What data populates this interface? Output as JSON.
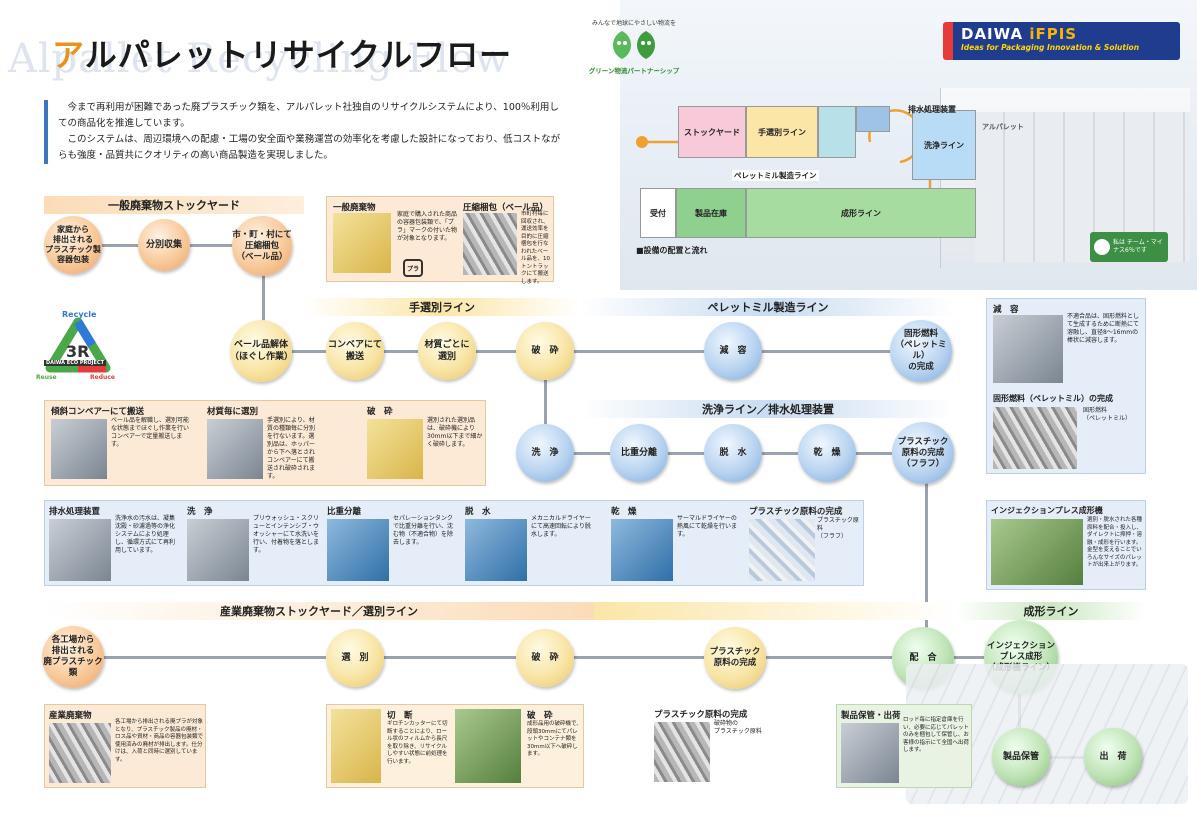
{
  "header": {
    "title_first": "ア",
    "title_rest": "ルパレットリサイクルフロー",
    "bg_english": "Alpallet Recycling Flow",
    "intro_p1": "今まで再利用が困難であった廃プラスチック類を、アルパレット社独自のリサイクルシステムにより、100％利用しての商品化を推進しています。",
    "intro_p2": "このシステムは、周辺環境への配慮・工場の安全面や業務運営の効率化を考慮した設計になっており、低コストながらも強度・品質共にクオリティの高い商品製造を実現しました。"
  },
  "logos": {
    "green_top": "みんなで地球にやさしい物流を",
    "green_bottom": "グリーン物流パートナーシップ",
    "daiwa_1a": "DAIWA ",
    "daiwa_1b": "iFPIS",
    "daiwa_2": "Ideas for Packaging Innovation & Solution",
    "recycle_top": "Recycle",
    "recycle_3r": "3R",
    "recycle_sub": "DAIWA ECO PROJECT",
    "recycle_left": "Reuse",
    "recycle_right": "Reduce",
    "team_minus": "私は チーム・マイナス6％です",
    "building_sign": "アルパレット",
    "pura_mark": "プラ"
  },
  "layout": {
    "stock": "ストックヤード",
    "hand": "手選別ライン",
    "drain": "排水処理装置",
    "wash": "洗浄ライン",
    "pellet": "ペレットミル製造ライン",
    "receive": "受付",
    "product": "製品在庫",
    "molding": "成形ライン",
    "caption": "■設備の配置と流れ"
  },
  "sections": {
    "general": "一般廃棄物ストックヤード",
    "hand": "手選別ライン",
    "pellet": "ペレットミル製造ライン",
    "wash": "洗浄ライン／排水処理装置",
    "industrial": "産業廃棄物ストックヤード／選別ライン",
    "molding": "成形ライン"
  },
  "circles": {
    "household": "家庭から\n排出される\nプラスチック製\n容器包装",
    "sort": "分別収集",
    "city": "市・町・村にて\n圧縮梱包\n（ベール品）",
    "bale": "ベール品解体\n（ほぐし作業）",
    "conveyor": "コンベアにて\n搬送",
    "material": "材質ごとに\n選別",
    "crush": "破　砕",
    "reduce": "減　容",
    "solid_fuel": "固形燃料\n（ペレットミル）\nの完成",
    "wash": "洗　浄",
    "gravity": "比重分離",
    "dewater": "脱　水",
    "dry": "乾　燥",
    "plastic_raw": "プラスチック\n原料の完成\n（フラフ）",
    "factory": "各工場から\n排出される\n廃プラスチック類",
    "select": "選　別",
    "crush2": "破　砕",
    "plastic_raw2": "プラスチック\n原料の完成",
    "blend": "配　合",
    "injection": "インジェクション\nプレス成形\n（成形機ライン）",
    "storage": "製品保管",
    "ship": "出　荷"
  },
  "panels": {
    "general_title": "一般廃棄物",
    "general_text": "家庭で購入された商品の容器包装類で、「プラ」マークの付いた物が対象となります。",
    "bale_title": "圧縮梱包（ベール品）",
    "bale_text": "市町村毎に回収され、運送効率を目的に圧縮梱包を行なわれたベール品を、10トントラックにて搬送します。",
    "incline_title": "傾斜コンベアーにて搬送",
    "incline_text": "ベール品を解職し、選別可能な状態までほぐし作業を行いコンベアーで定量搬送します。",
    "material_title": "材質毎に選別",
    "material_text": "手選別により、材質の種類毎に分別を行ないます。選別品は、ホッパーから下へ落とされコンベアーにて搬送され破砕されます。",
    "crush_title": "破　砕",
    "crush_text": "選別された選別品は、破砕機により30mm以下まで細かく破砕します。",
    "reduce_title": "減　容",
    "reduce_text": "不適合品は、固形燃料として生成するために断熱にて溶融し、直径8〜16mmの棒状に減容します。",
    "solid_title": "固形燃料（ペレットミル）の完成",
    "solid_text": "固形燃料\n（ペレットミル）",
    "drain_title": "排水処理装置",
    "drain_text": "洗浄水の汚水は、凝集沈殿・砂濾過等の浄化システムにより処理し、循環方式にて再利用しています。",
    "wash_title": "洗　浄",
    "wash_text": "プリウォッシュ・スクリューとインテンシブ・ウオッシャーにて水洗いを行い、付着物を落とします。",
    "gravity_title": "比重分離",
    "gravity_text": "セパレーションタンクで比重分離を行い、沈む物（不適合物）を除去します。",
    "dewater_title": "脱　水",
    "dewater_text": "メカニカルドライヤーにて高速回転により脱水します。",
    "dry_title": "乾　燥",
    "dry_text": "サーマルドライヤーの熱風にて乾燥を行います。",
    "raw_title": "プラスチック原料の完成",
    "raw_text": "プラスチック原料\n（フラフ）",
    "inj_title": "インジェクションプレス成形機",
    "inj_text": "選別・脱水された各種原料を配合・投入し、ダイレクトに搾押・溶融・成形を行います。金型を変えることでいろんなサイズのパレットが出来上がります。",
    "ind_title": "産業廃棄物",
    "ind_text": "各工場から排出される廃プラが対象となり、プラスチック製品の廃材・ロス品や資材・商品の容器包装類で使用済みの廃材が排出します。仕分けは、入荷と同時に選別しています。",
    "cut_title": "切　断",
    "cut_text": "ギロチンカッターにて切断することにより、ロール状のフィルムから長尺を取り除き、リサイクルしやすい状態に前処理を行います。",
    "crush2_title": "破　砕",
    "crush2_text": "成形品用の破砕機で、段頭30mmにてパレットやコンテナ類を30mm以下へ破砕します。",
    "raw2_title": "プラスチック原料の完成",
    "raw2_text": "破砕物の\nプラスチック原料",
    "store_title": "製品保管・出荷",
    "store_text": "ロッド毎に指定倉庫を行い、必要に応じてパレットのみを梱包して保管し、お客様の指示にて全国へ出荷します。"
  },
  "colors": {
    "orange_bar": "#fbdcb8",
    "yellow_bar": "#fbe6a8",
    "blue_bar": "#c9dcf1",
    "green_bar": "#cde8c4"
  }
}
